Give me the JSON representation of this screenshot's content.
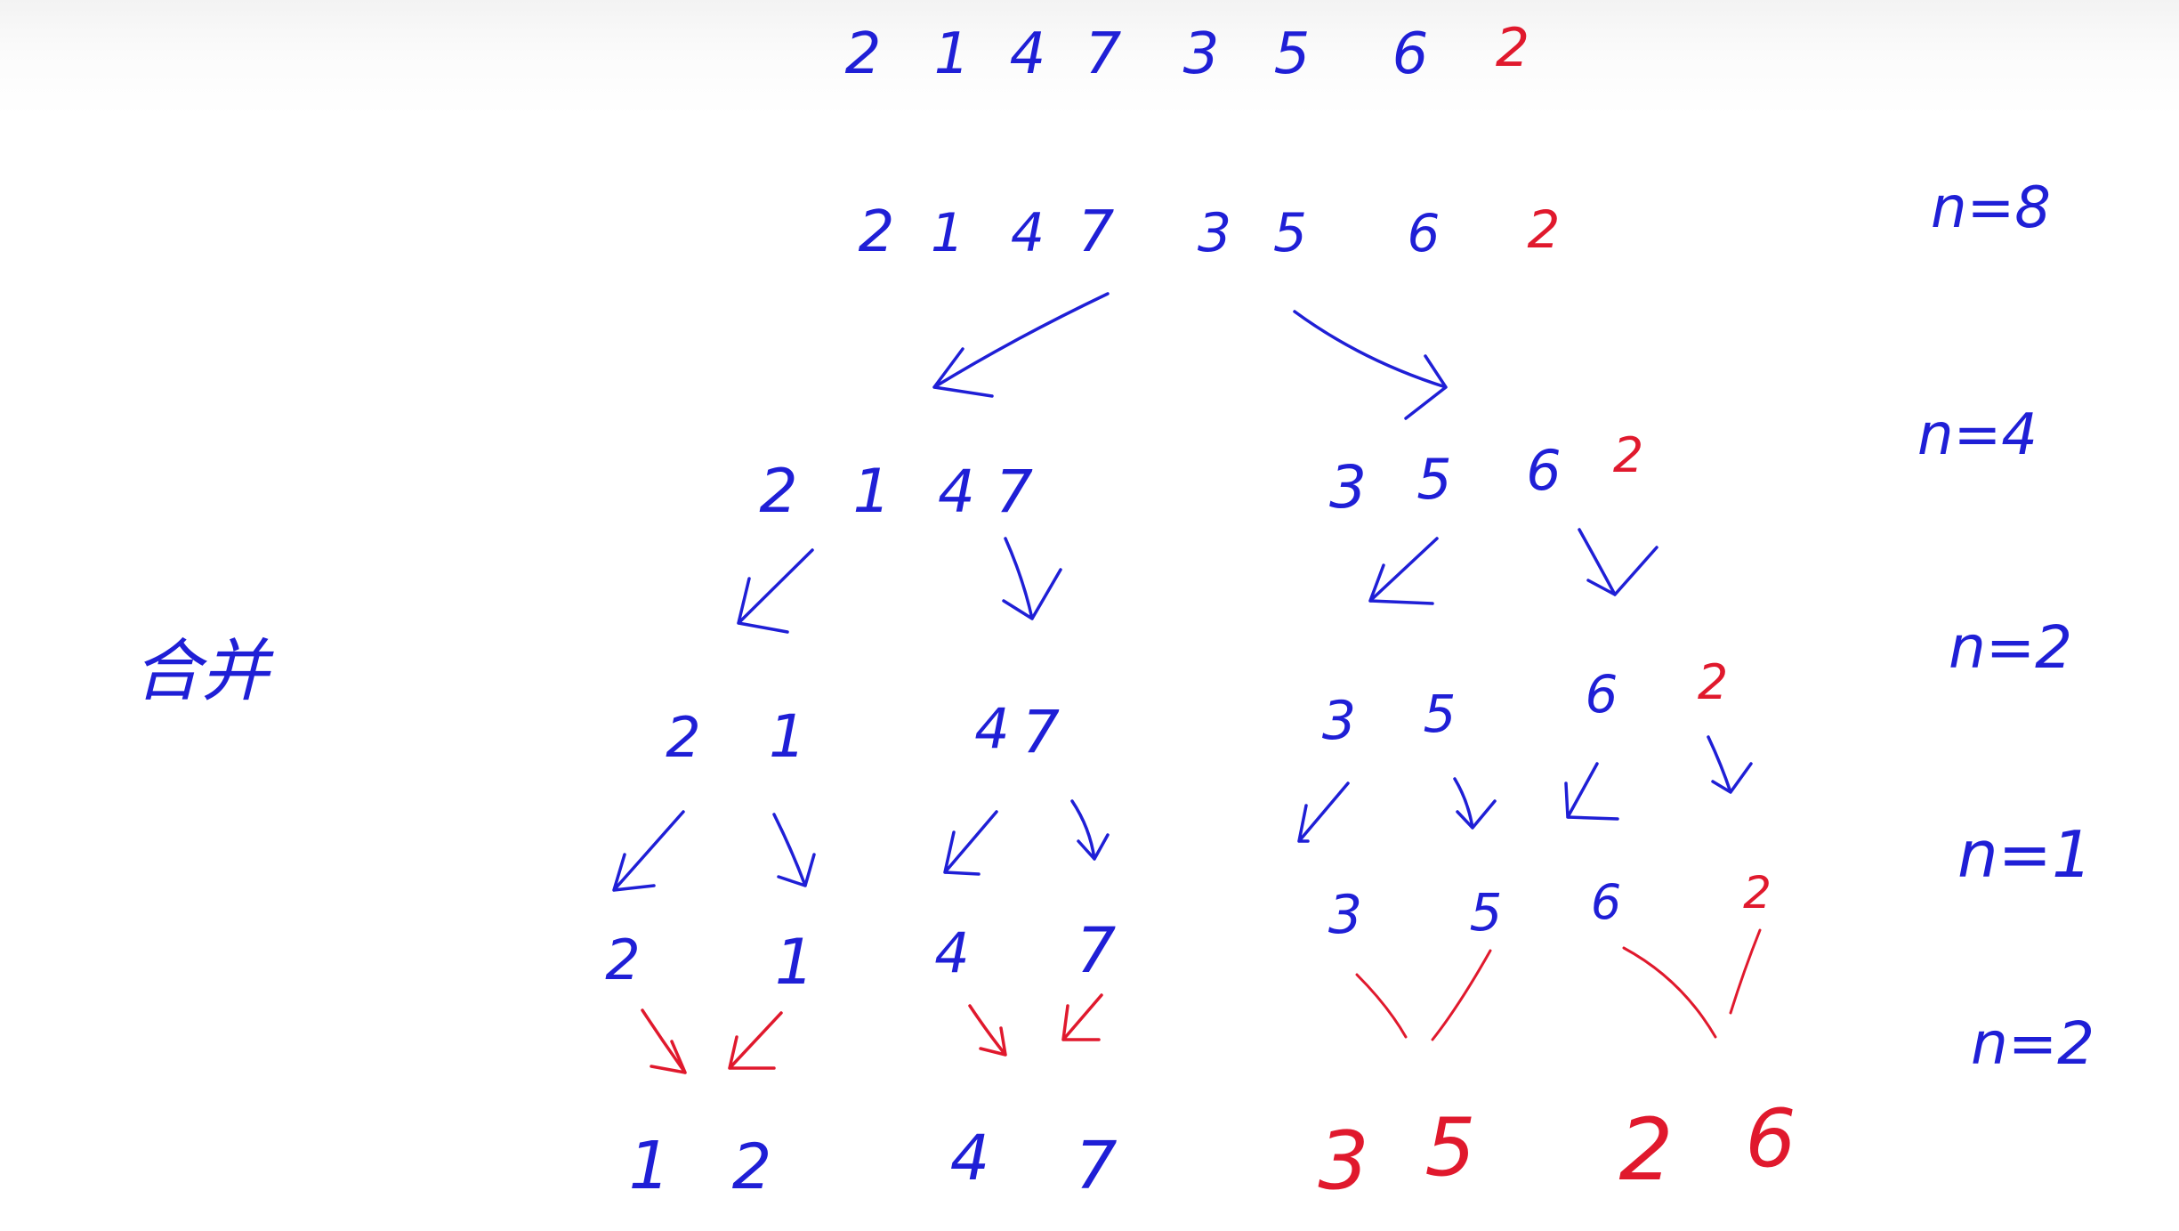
{
  "colors": {
    "ink": "#1f1fd6",
    "red": "#e0192d"
  },
  "rows": {
    "top": [
      "2",
      "1",
      "4",
      "7",
      "3",
      "5",
      "6",
      "2"
    ],
    "r1": [
      "2",
      "1",
      "4",
      "7",
      "3",
      "5",
      "6",
      "2"
    ],
    "r2": [
      "2",
      "1",
      "4",
      "7",
      "3",
      "5",
      "6",
      "2"
    ],
    "r3": [
      "2",
      "1",
      "4",
      "7",
      "3",
      "5",
      "6",
      "2"
    ],
    "r4": [
      "2",
      "1",
      "4",
      "7",
      "3",
      "5",
      "6",
      "2"
    ],
    "r5": [
      "1",
      "2",
      "4",
      "7",
      "3",
      "5",
      "2",
      "6"
    ]
  },
  "side_label": "合并",
  "levels": [
    "n=8",
    "n=4",
    "n=2",
    "n=1",
    "n=2"
  ]
}
